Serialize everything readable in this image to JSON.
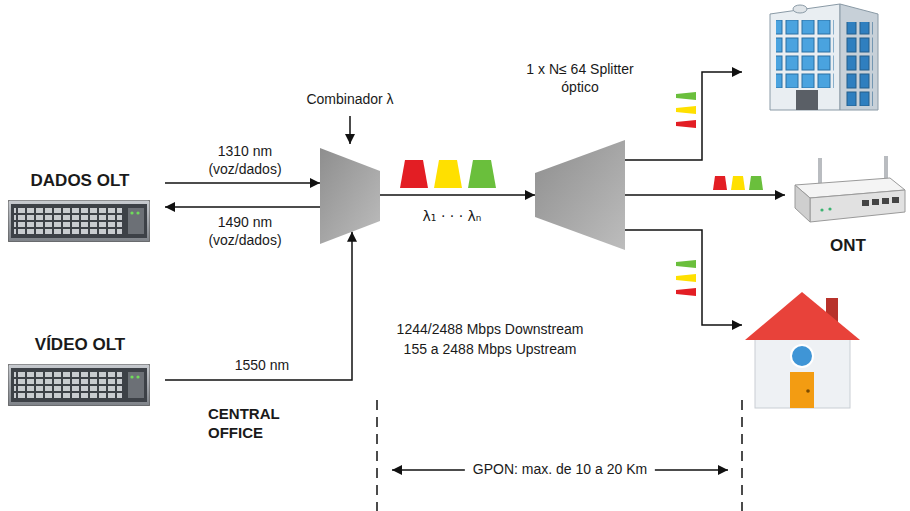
{
  "diagram": {
    "nodes": [
      {
        "text": [
          "DADOS OLT"
        ]
      },
      {
        "text": [
          "VÍDEO OLT"
        ]
      },
      {
        "text": [
          "Combinador λ"
        ]
      },
      {
        "text": [
          "1 x N≤ 64 Splitter óptico"
        ]
      },
      {
        "text": [
          "ONT"
        ]
      }
    ],
    "edges": [
      {
        "from": 0,
        "to": 2,
        "label": "1310 nm (voz/dados)",
        "arrow": "to"
      },
      {
        "from": 2,
        "to": 0,
        "label": "1490 nm (voz/dados)",
        "arrow": "to"
      },
      {
        "from": 1,
        "to": 2,
        "label": "1550 nm",
        "arrow": "to"
      },
      {
        "from": 2,
        "to": 3,
        "label": "λ₁ · · · λₙ",
        "arrow": "to"
      },
      {
        "from": 3,
        "to": 4,
        "arrow": "to"
      }
    ],
    "labels": [
      "1244/2488 Mbps Downstream",
      "155 a 2488 Mbps Upstream",
      "CENTRAL OFFICE",
      "GPON: max. de 10 a 20 Km"
    ]
  }
}
